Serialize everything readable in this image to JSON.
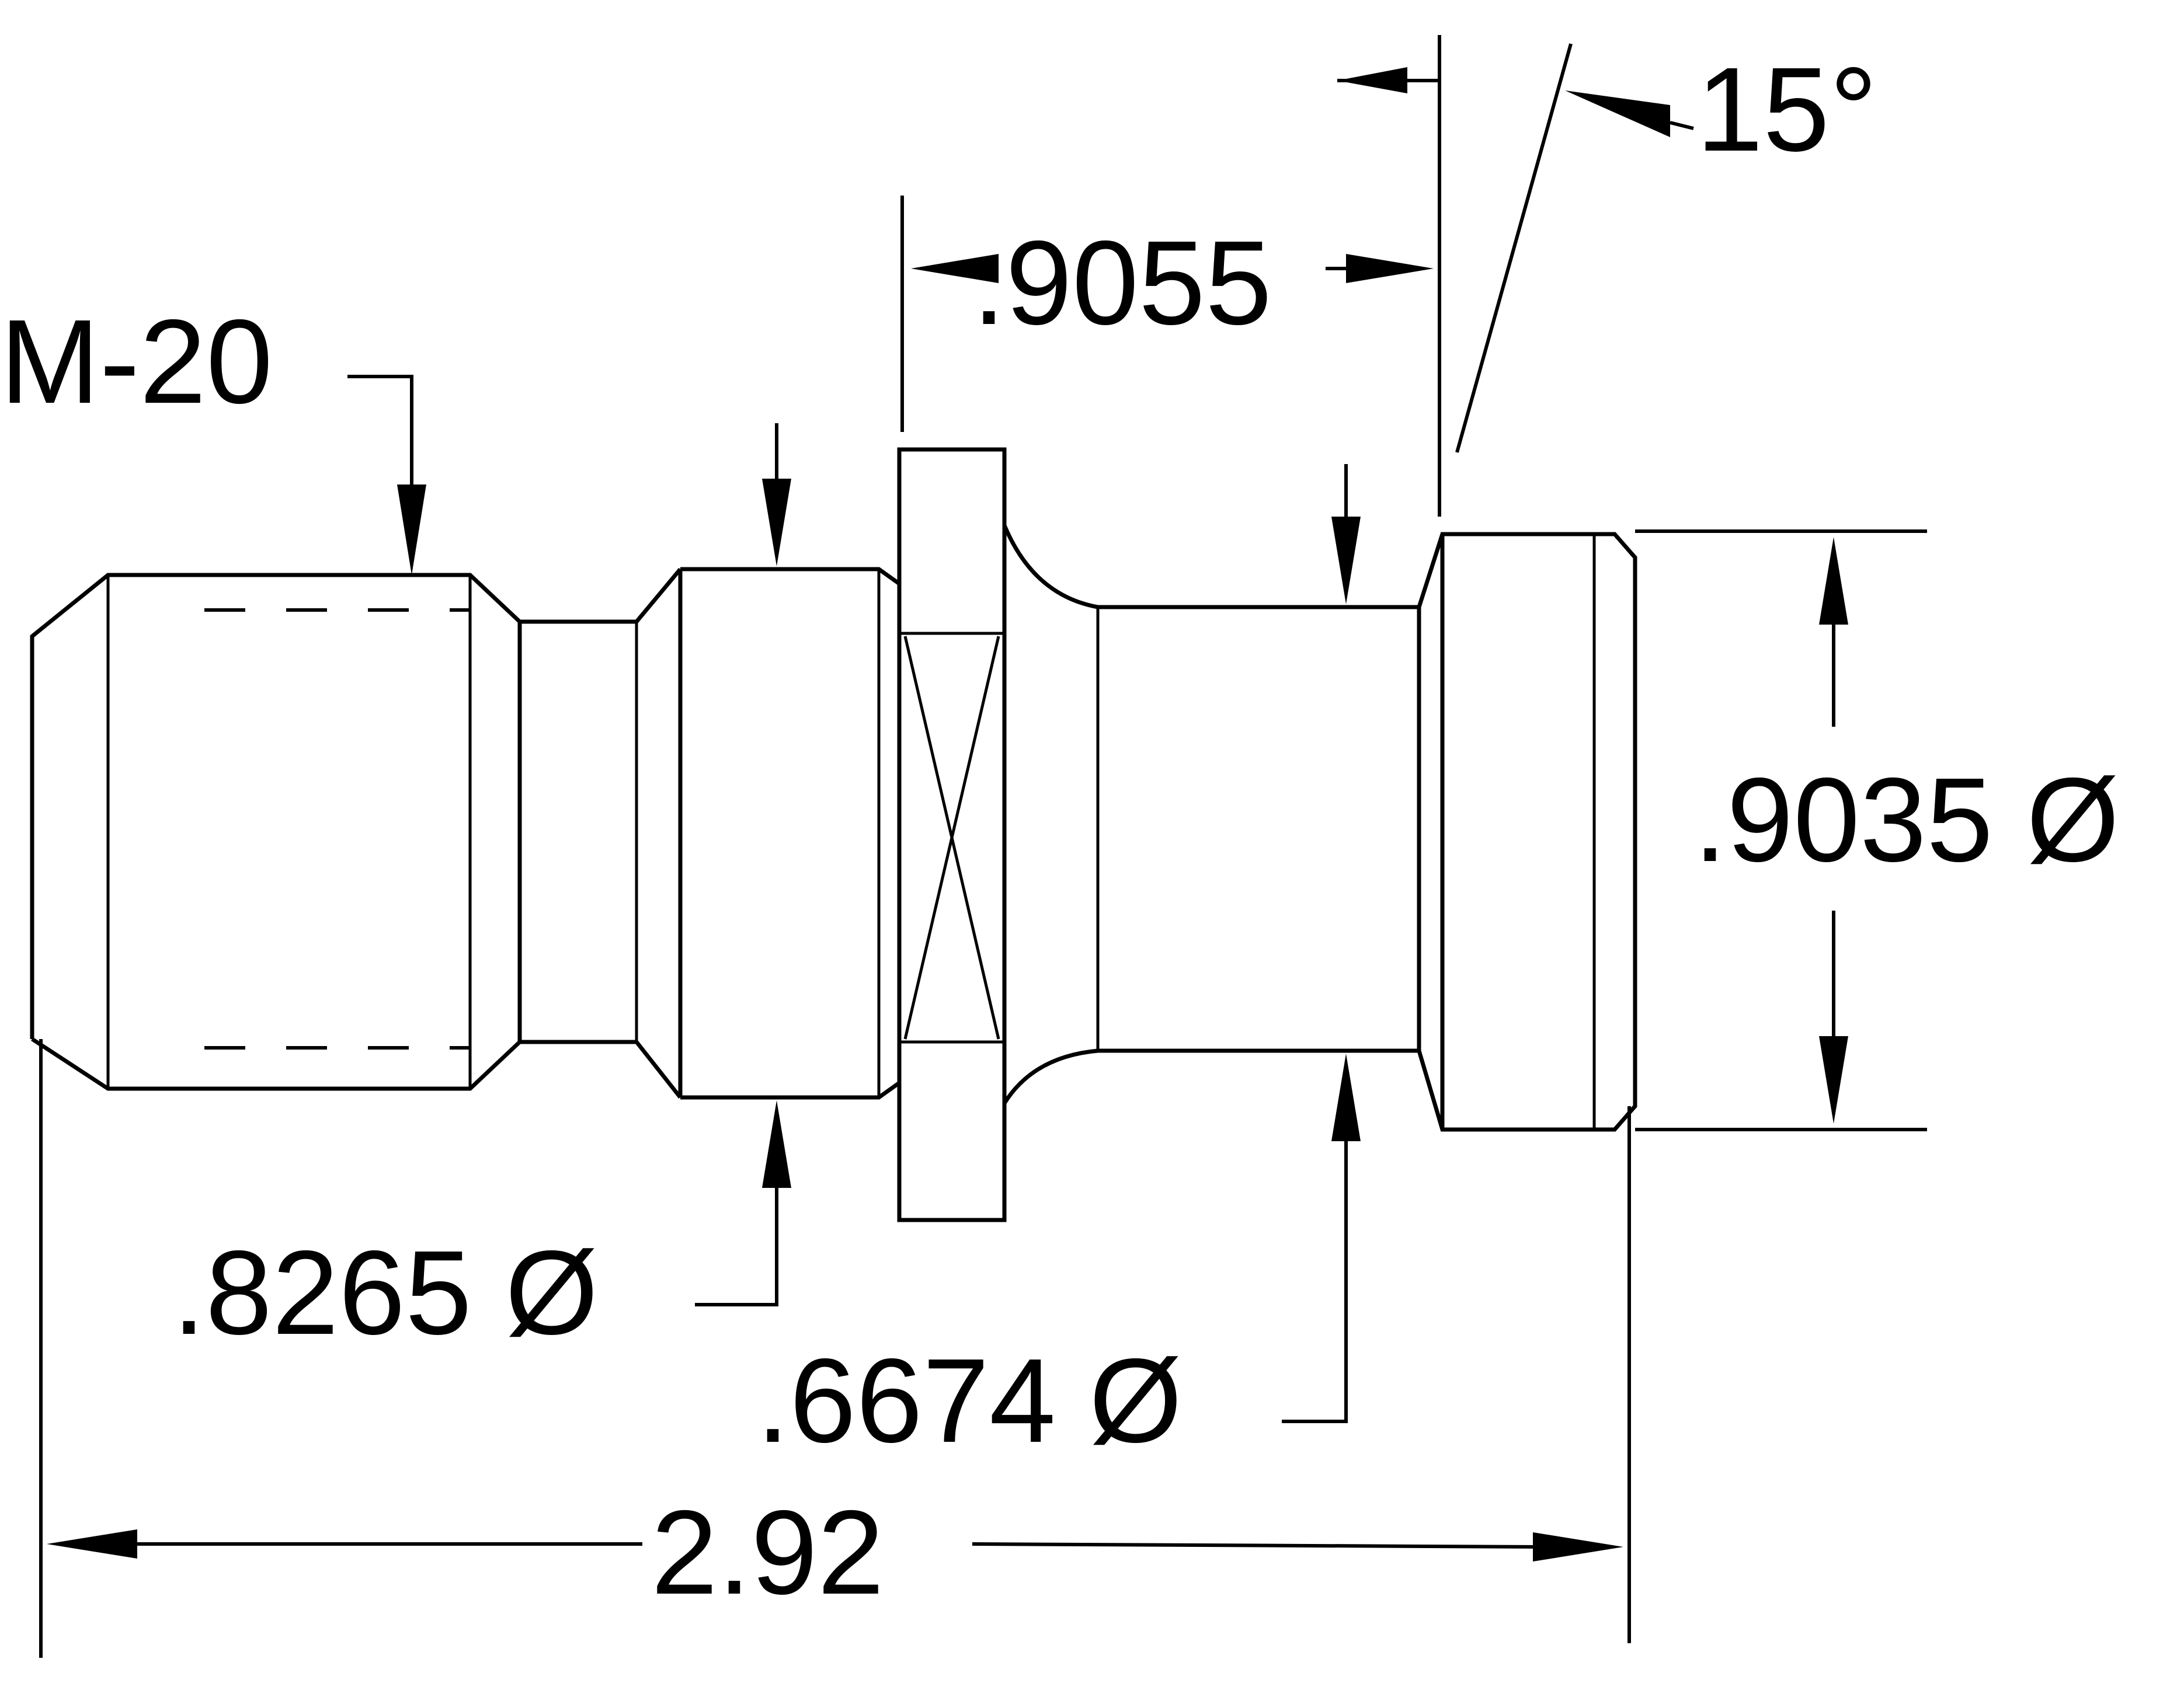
{
  "labels": {
    "thread": "M-20",
    "angle": "15°",
    "flange_offset": ".9055",
    "head_diameter": ".9035 Ø",
    "collar_diameter": ".8265 Ø",
    "neck_diameter": ".6674 Ø",
    "overall_length": "2.92"
  },
  "colors": {
    "line": "#000000",
    "background": "#ffffff"
  }
}
